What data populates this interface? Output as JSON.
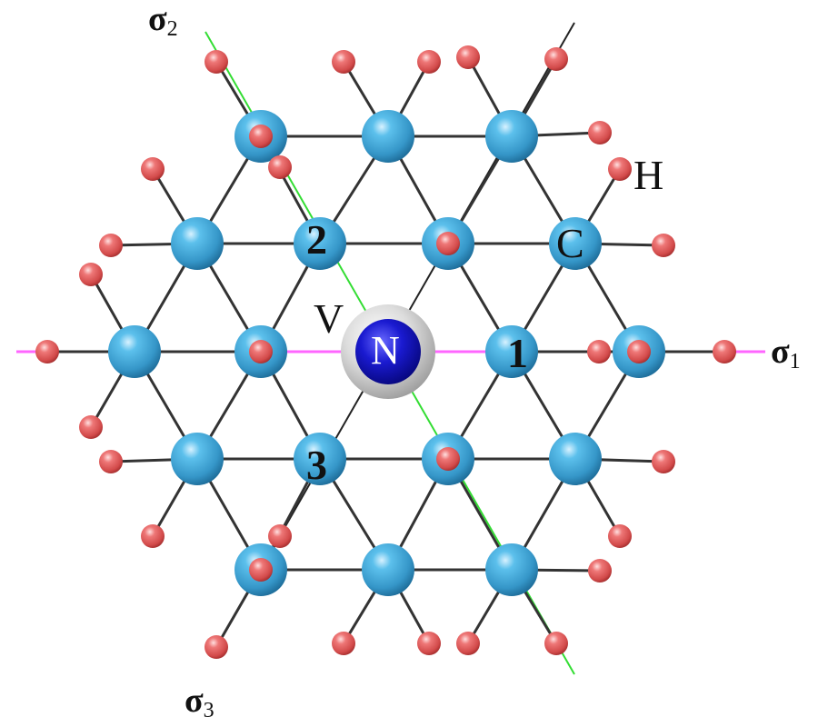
{
  "axes": {
    "sigma1": {
      "symbol": "σ",
      "index": "1",
      "color": "#ff66ff"
    },
    "sigma2": {
      "symbol": "σ",
      "index": "2",
      "color": "#33dd33"
    },
    "sigma3": {
      "symbol": "σ",
      "index": "3",
      "color": "#222222"
    }
  },
  "labels": {
    "hydrogen": "H",
    "carbon": "C",
    "vacancy": "V",
    "nitrogen": "N",
    "site1": "1",
    "site2": "2",
    "site3": "3"
  },
  "colors": {
    "carbon": "#3fa6d8",
    "hydrogen": "#e05858",
    "nitrogen": "#1a1ad0",
    "vacancy": "#c8c8c8",
    "bond": "#333333"
  }
}
